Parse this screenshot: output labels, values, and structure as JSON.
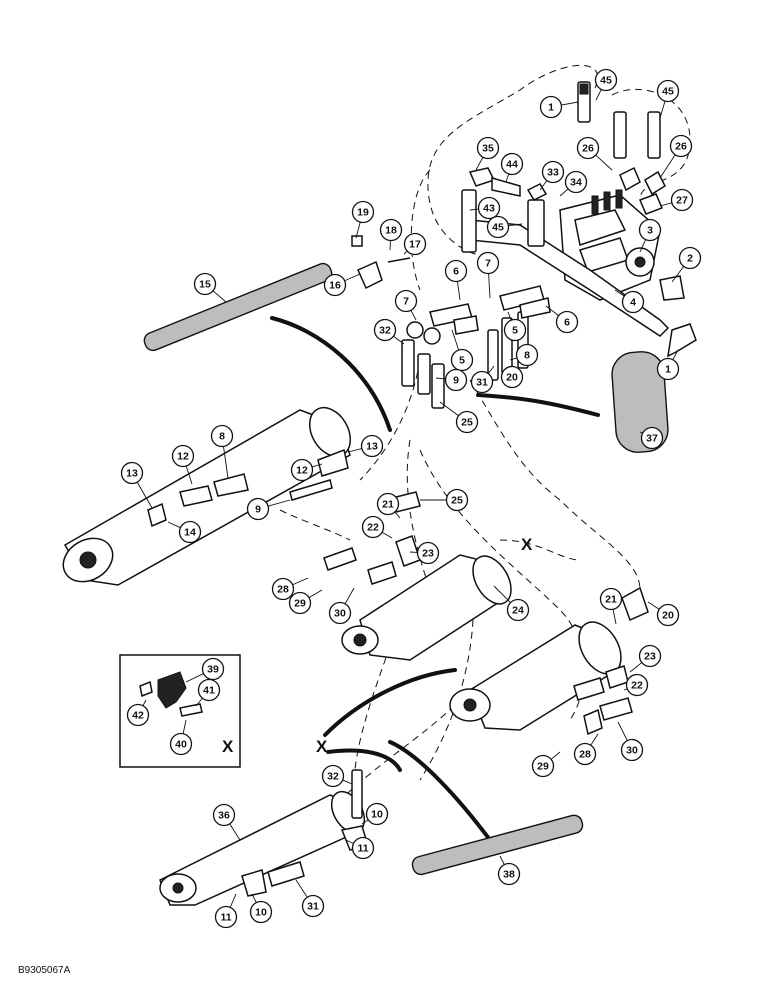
{
  "figure_id": "B9305067A",
  "detail_marker": "X",
  "callouts": [
    {
      "id": "c45a",
      "label": "45"
    },
    {
      "id": "c45b",
      "label": "45"
    },
    {
      "id": "c1a",
      "label": "1"
    },
    {
      "id": "c26a",
      "label": "26"
    },
    {
      "id": "c26b",
      "label": "26"
    },
    {
      "id": "c35",
      "label": "35"
    },
    {
      "id": "c44",
      "label": "44"
    },
    {
      "id": "c33",
      "label": "33"
    },
    {
      "id": "c34",
      "label": "34"
    },
    {
      "id": "c27",
      "label": "27"
    },
    {
      "id": "c43",
      "label": "43"
    },
    {
      "id": "c45c",
      "label": "45"
    },
    {
      "id": "c19",
      "label": "19"
    },
    {
      "id": "c18",
      "label": "18"
    },
    {
      "id": "c17",
      "label": "17"
    },
    {
      "id": "c3",
      "label": "3"
    },
    {
      "id": "c2",
      "label": "2"
    },
    {
      "id": "c16",
      "label": "16"
    },
    {
      "id": "c6a",
      "label": "6"
    },
    {
      "id": "c7a",
      "label": "7"
    },
    {
      "id": "c4",
      "label": "4"
    },
    {
      "id": "c15",
      "label": "15"
    },
    {
      "id": "c7b",
      "label": "7"
    },
    {
      "id": "c5a",
      "label": "5"
    },
    {
      "id": "c6b",
      "label": "6"
    },
    {
      "id": "c5b",
      "label": "5"
    },
    {
      "id": "c32a",
      "label": "32"
    },
    {
      "id": "c1b",
      "label": "1"
    },
    {
      "id": "c8a",
      "label": "8"
    },
    {
      "id": "c9a",
      "label": "9"
    },
    {
      "id": "c31a",
      "label": "31"
    },
    {
      "id": "c20a",
      "label": "20"
    },
    {
      "id": "c25a",
      "label": "25"
    },
    {
      "id": "c37",
      "label": "37"
    },
    {
      "id": "c8b",
      "label": "8"
    },
    {
      "id": "c13a",
      "label": "13"
    },
    {
      "id": "c13b",
      "label": "13"
    },
    {
      "id": "c12a",
      "label": "12"
    },
    {
      "id": "c12b",
      "label": "12"
    },
    {
      "id": "c9b",
      "label": "9"
    },
    {
      "id": "c25b",
      "label": "25"
    },
    {
      "id": "c21a",
      "label": "21"
    },
    {
      "id": "c14",
      "label": "14"
    },
    {
      "id": "c22a",
      "label": "22"
    },
    {
      "id": "c23a",
      "label": "23"
    },
    {
      "id": "c28a",
      "label": "28"
    },
    {
      "id": "c29a",
      "label": "29"
    },
    {
      "id": "c30a",
      "label": "30"
    },
    {
      "id": "c24",
      "label": "24"
    },
    {
      "id": "c21b",
      "label": "21"
    },
    {
      "id": "c20b",
      "label": "20"
    },
    {
      "id": "c23b",
      "label": "23"
    },
    {
      "id": "c22b",
      "label": "22"
    },
    {
      "id": "c39",
      "label": "39"
    },
    {
      "id": "c41",
      "label": "41"
    },
    {
      "id": "c42",
      "label": "42"
    },
    {
      "id": "c40",
      "label": "40"
    },
    {
      "id": "c30b",
      "label": "30"
    },
    {
      "id": "c29b",
      "label": "29"
    },
    {
      "id": "c28b",
      "label": "28"
    },
    {
      "id": "c32b",
      "label": "32"
    },
    {
      "id": "c36",
      "label": "36"
    },
    {
      "id": "c10a",
      "label": "10"
    },
    {
      "id": "c11a",
      "label": "11"
    },
    {
      "id": "c38",
      "label": "38"
    },
    {
      "id": "c11b",
      "label": "11"
    },
    {
      "id": "c10b",
      "label": "10"
    },
    {
      "id": "c31b",
      "label": "31"
    }
  ]
}
